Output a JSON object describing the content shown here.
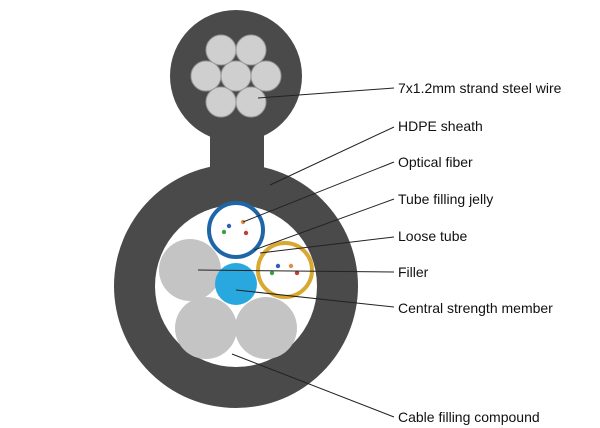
{
  "colors": {
    "sheath": "#4a4a4a",
    "messenger_sheath": "#4a4a4a",
    "steel_wire": "#cfcfcf",
    "steel_wire_stroke": "#9a9a9a",
    "filling_compound": "#ffffff",
    "filler": "#c4c4c4",
    "central_member": "#29a8e0",
    "tube_blue": "#1f66a8",
    "tube_yellow": "#d8a830",
    "fiber_green": "#3aa048",
    "fiber_blue": "#2f5fb8",
    "fiber_red": "#c04030",
    "fiber_orange": "#e09040"
  },
  "labels": {
    "steel_wire": "7x1.2mm strand steel wire",
    "hdpe_sheath": "HDPE sheath",
    "optical_fiber": "Optical fiber",
    "tube_filling_jelly": "Tube filling jelly",
    "loose_tube": "Loose tube",
    "filler": "Filler",
    "central_strength_member": "Central strength member",
    "cable_filling_compound": "Cable filling compound"
  }
}
